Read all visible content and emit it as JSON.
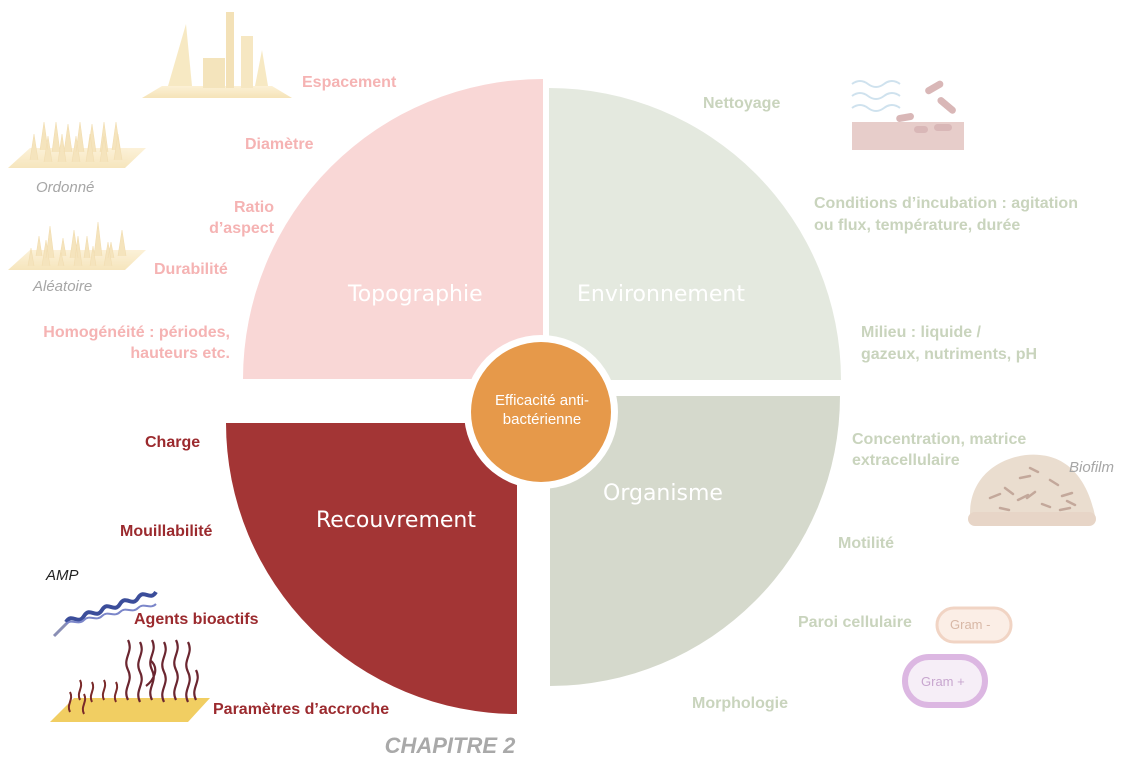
{
  "center": {
    "label": "Efficacité anti-bactérienne",
    "color": "#e6994a"
  },
  "quadrants": {
    "topographie": {
      "label": "Topographie",
      "color": "#f9d7d6"
    },
    "environnement": {
      "label": "Environnement",
      "color": "#e4e9df"
    },
    "organisme": {
      "label": "Organisme",
      "color": "#d5d9cc"
    },
    "recouvrement": {
      "label": "Recouvrement",
      "color": "#a33535"
    }
  },
  "topographie_labels": {
    "espacement": "Espacement",
    "diametre": "Diamètre",
    "ratio_line1": "Ratio",
    "ratio_line2": "d’aspect",
    "durabilite": "Durabilité",
    "homogeneite_line1": "Homogénéité : périodes,",
    "homogeneite_line2": "hauteurs etc.",
    "ordonne": "Ordonné",
    "aleatoire": "Aléatoire"
  },
  "environnement_labels": {
    "nettoyage": "Nettoyage",
    "incubation_line1": "Conditions d’incubation : agitation",
    "incubation_line2": "ou flux, température, durée",
    "milieu_line1": "Milieu : liquide /",
    "milieu_line2": "gazeux, nutriments, pH"
  },
  "organisme_labels": {
    "concentration_line1": "Concentration, matrice",
    "concentration_line2": "extracellulaire",
    "biofilm": "Biofilm",
    "motilite": "Motilité",
    "paroi": "Paroi cellulaire",
    "gram_neg": "Gram -",
    "gram_pos": "Gram +",
    "morphologie": "Morphologie"
  },
  "recouvrement_labels": {
    "charge": "Charge",
    "mouillabilite": "Mouillabilité",
    "amp": "AMP",
    "agents": "Agents bioactifs",
    "parametres": "Paramètres d’accroche"
  },
  "chapter": "CHAPITRE 2",
  "colors": {
    "pink_text": "#f5b3b3",
    "green_text": "#c9d4bd",
    "red_text": "#9b2a2e",
    "grey_text": "#a6a6a6"
  }
}
